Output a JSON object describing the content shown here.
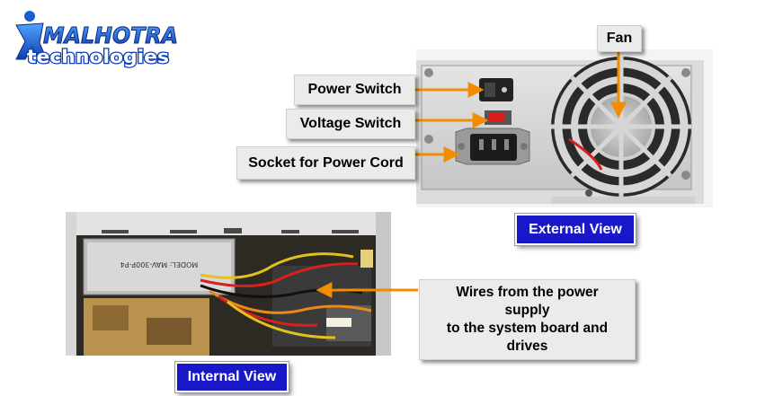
{
  "logo": {
    "line1": "MALHOTRA",
    "line2": "technologies"
  },
  "labels": {
    "fan": "Fan",
    "power_switch": "Power Switch",
    "voltage_switch": "Voltage Switch",
    "socket": "Socket for Power Cord",
    "wires": "Wires from the power\nsupply\nto the system board and\ndrives",
    "external_view": "External View",
    "internal_view": "Internal View"
  },
  "psu_label_text": {
    "model": "MODEL: MAV-300P-P4"
  },
  "colors": {
    "arrow": "#f28c00",
    "view_label_bg": "#1818c8",
    "callout_bg": "#ebebeb",
    "logo_blue": "#1a5fd0"
  }
}
